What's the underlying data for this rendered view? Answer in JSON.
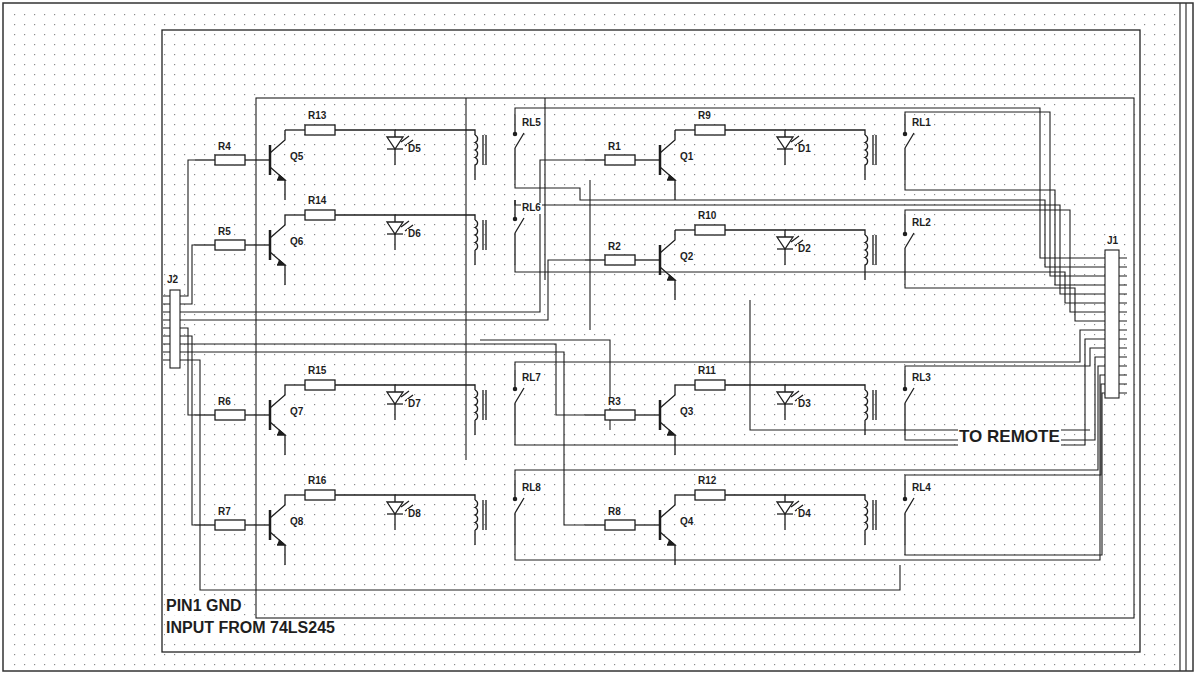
{
  "diagram": {
    "labels": [
      "R4",
      "Q5",
      "R13",
      "D5",
      "RL5",
      "R1",
      "Q1",
      "R9",
      "D1",
      "RL1",
      "R5",
      "Q6",
      "R14",
      "D6",
      "RL6",
      "R2",
      "Q2",
      "R10",
      "D2",
      "RL2",
      "J2",
      "J1",
      "R6",
      "Q7",
      "R15",
      "D7",
      "RL7",
      "R3",
      "Q3",
      "R11",
      "D3",
      "RL3",
      "TO REMOTE",
      "R7",
      "Q8",
      "R16",
      "D8",
      "RL8",
      "R8",
      "Q4",
      "R12",
      "D4",
      "RL4",
      "PIN1 GND",
      "INPUT FROM 74LS245"
    ]
  }
}
